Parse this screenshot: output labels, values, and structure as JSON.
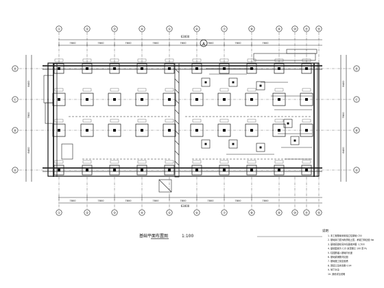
{
  "drawing": {
    "grid_top": [
      "①",
      "②",
      "③",
      "④",
      "⑤",
      "⑥",
      "⑦",
      "⑧",
      "⑨",
      "⑩",
      "⑪",
      "⑫"
    ],
    "grid_bottom": [
      "①",
      "②",
      "③",
      "④",
      "⑤",
      "⑥",
      "⑦",
      "⑧",
      "⑨",
      "⑩",
      "⑪",
      "⑫"
    ],
    "grid_left": [
      "Ⓐ",
      "Ⓑ",
      "Ⓒ",
      "Ⓓ"
    ],
    "grid_right": [
      "Ⓐ",
      "Ⓑ",
      "Ⓒ",
      "Ⓓ"
    ],
    "top_total_dim": "63000",
    "bottom_total_dim": "63000",
    "top_spans": [
      "7800",
      "7800",
      "7800",
      "7800",
      "7800",
      "7800",
      "7800",
      "7800"
    ],
    "bottom_spans": [
      "7800",
      "7800",
      "7800",
      "7800",
      "7800",
      "7800",
      "7800",
      "7800"
    ],
    "left_spans": [
      "8400",
      "7800",
      "8400"
    ],
    "right_spans": [
      "8400",
      "7800",
      "8400"
    ],
    "section_marker": "A",
    "plan_title": "基础平面布置图",
    "plan_scale": "1:100",
    "notes_heading": "说明",
    "notes": [
      "1. 本工程基础采用独立柱基础 C30",
      "2. 基础持力层为粉质粘土层，承载力特征值 fak",
      "3. 基础底面标高详见基础详图 -1.500",
      "4. 基础垫层为 C15 素混凝土 100 厚 Pu",
      "5. 柱插筋锚入基础内长度",
      "6. 基础梁钢筋详见图",
      "7. 基础施工前应验槽",
      "8. 回填土压实系数 0.94",
      "9. 地下水位",
      "10. 其他详见说明"
    ]
  }
}
